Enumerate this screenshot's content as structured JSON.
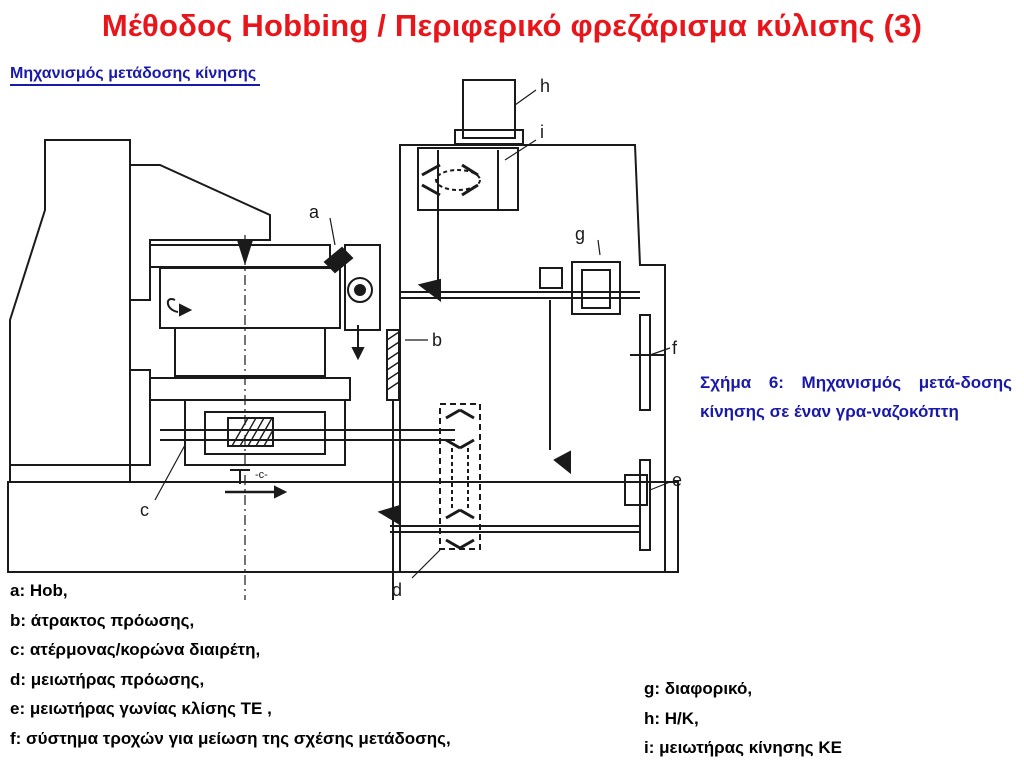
{
  "slide": {
    "title": "Μέθοδος Hobbing / Περιφερικό φρεζάρισμα κύλισης (3)",
    "subtitle": "Μηχανισμός μετάδοσης κίνησης "
  },
  "diagram": {
    "labels": {
      "a": "a",
      "b": "b",
      "c": "c",
      "d": "d",
      "e": "e",
      "f": "f",
      "g": "g",
      "h": "h",
      "i": "i"
    },
    "dimension_label": "-c-"
  },
  "caption": "Σχήμα 6: Μηχανισμός μετά-δοσης κίνησης σε έναν γρα-ναζοκόπτη",
  "legend_left": [
    {
      "key": "a:",
      "text": " Hob,"
    },
    {
      "key": "b:",
      "text": " άτρακτος πρόωσης,"
    },
    {
      "key": "c:",
      "text": " ατέρμονας/κορώνα διαιρέτη,"
    },
    {
      "key": "d:",
      "text": " μειωτήρας πρόωσης,"
    },
    {
      "key": "e:",
      "text": " μειωτήρας γωνίας κλίσης ΤΕ ,"
    },
    {
      "key": "f:",
      "text": " σύστημα τροχών για μείωση της σχέσης μετάδοσης,"
    }
  ],
  "legend_right": [
    {
      "key": "g:",
      "text": " διαφορικό,"
    },
    {
      "key": "h:",
      "text": " Η/Κ,"
    },
    {
      "key": "i:",
      "text": " μειωτήρας κίνησης ΚΕ"
    }
  ],
  "colors": {
    "title": "#e8161b",
    "subtitle": "#1a1aa8",
    "caption": "#1a1aa8",
    "legend": "#000000",
    "drawing": "#1a1a1a"
  }
}
